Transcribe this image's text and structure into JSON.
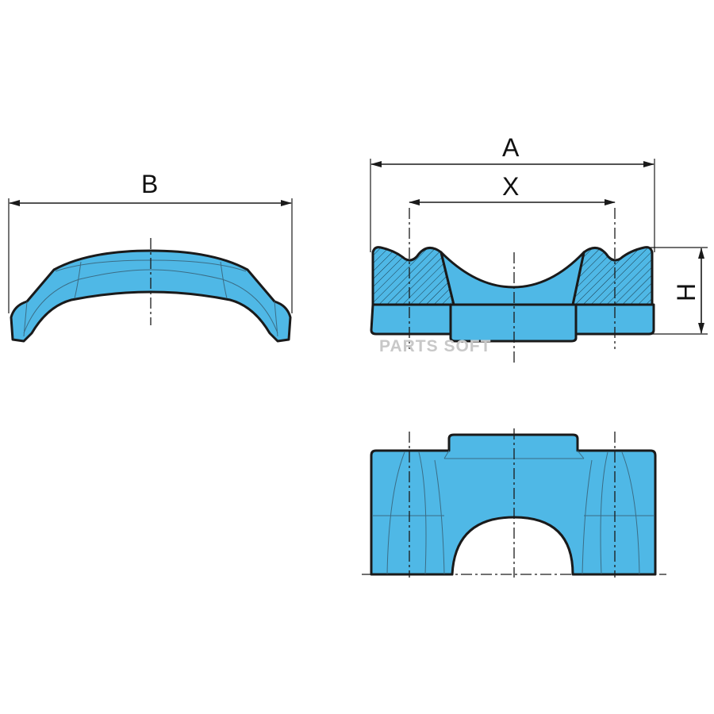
{
  "colors": {
    "part_fill": "#4fb8e6",
    "outline": "#1a1a1a",
    "hatch": "#1a3a4a"
  },
  "dimensions": {
    "a": "A",
    "x": "X",
    "b": "B",
    "h": "H"
  },
  "watermark": "PARTS SOFT"
}
